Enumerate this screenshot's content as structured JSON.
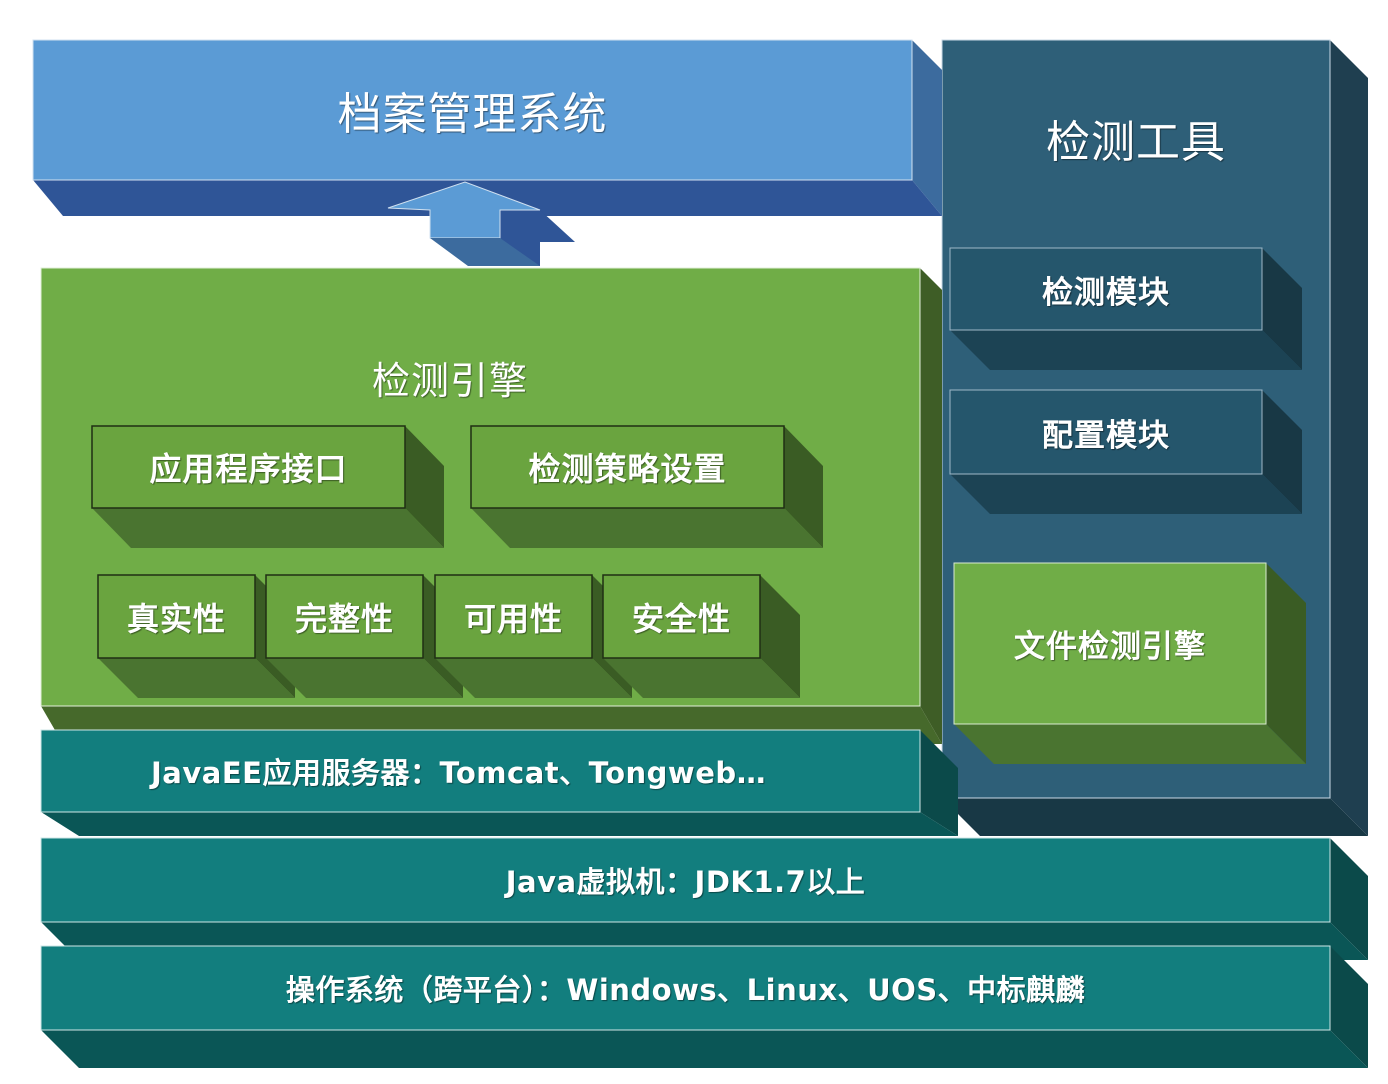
{
  "colors": {
    "top_front": "#5b9bd5",
    "top_bottom": "#2f5597",
    "top_side": "#3c6b9e",
    "right_front": "#2e5f78",
    "right_side": "#1f3f50",
    "module_front": "#25566c",
    "module_side": "#183845",
    "green_front": "#70ad47",
    "green_bottom": "#46692b",
    "green_side": "#3e5d26",
    "box_front": "#6aa43f",
    "box_bottom": "#4a7430",
    "box_side": "#3a5c24",
    "teal_front": "#127e7e",
    "teal_bottom": "#0a5656",
    "teal_side": "#0b4a4a",
    "text": "#ffffff"
  },
  "archive_system": {
    "title": "档案管理系统"
  },
  "detection_tool": {
    "title": "检测工具",
    "modules": [
      "检测模块",
      "配置模块"
    ],
    "file_engine": "文件检测引擎"
  },
  "detection_engine": {
    "title": "检测引擎",
    "top_boxes": [
      "应用程序接口",
      "检测策略设置"
    ],
    "properties": [
      "真实性",
      "完整性",
      "可用性",
      "安全性"
    ]
  },
  "layers": {
    "app_server": "JavaEE应用服务器：Tomcat、Tongweb…",
    "jvm": "Java虚拟机：JDK1.7以上",
    "os": "操作系统（跨平台）：Windows、Linux、UOS、中标麒麟"
  },
  "icons": {
    "arrow": "up-arrow-icon"
  }
}
